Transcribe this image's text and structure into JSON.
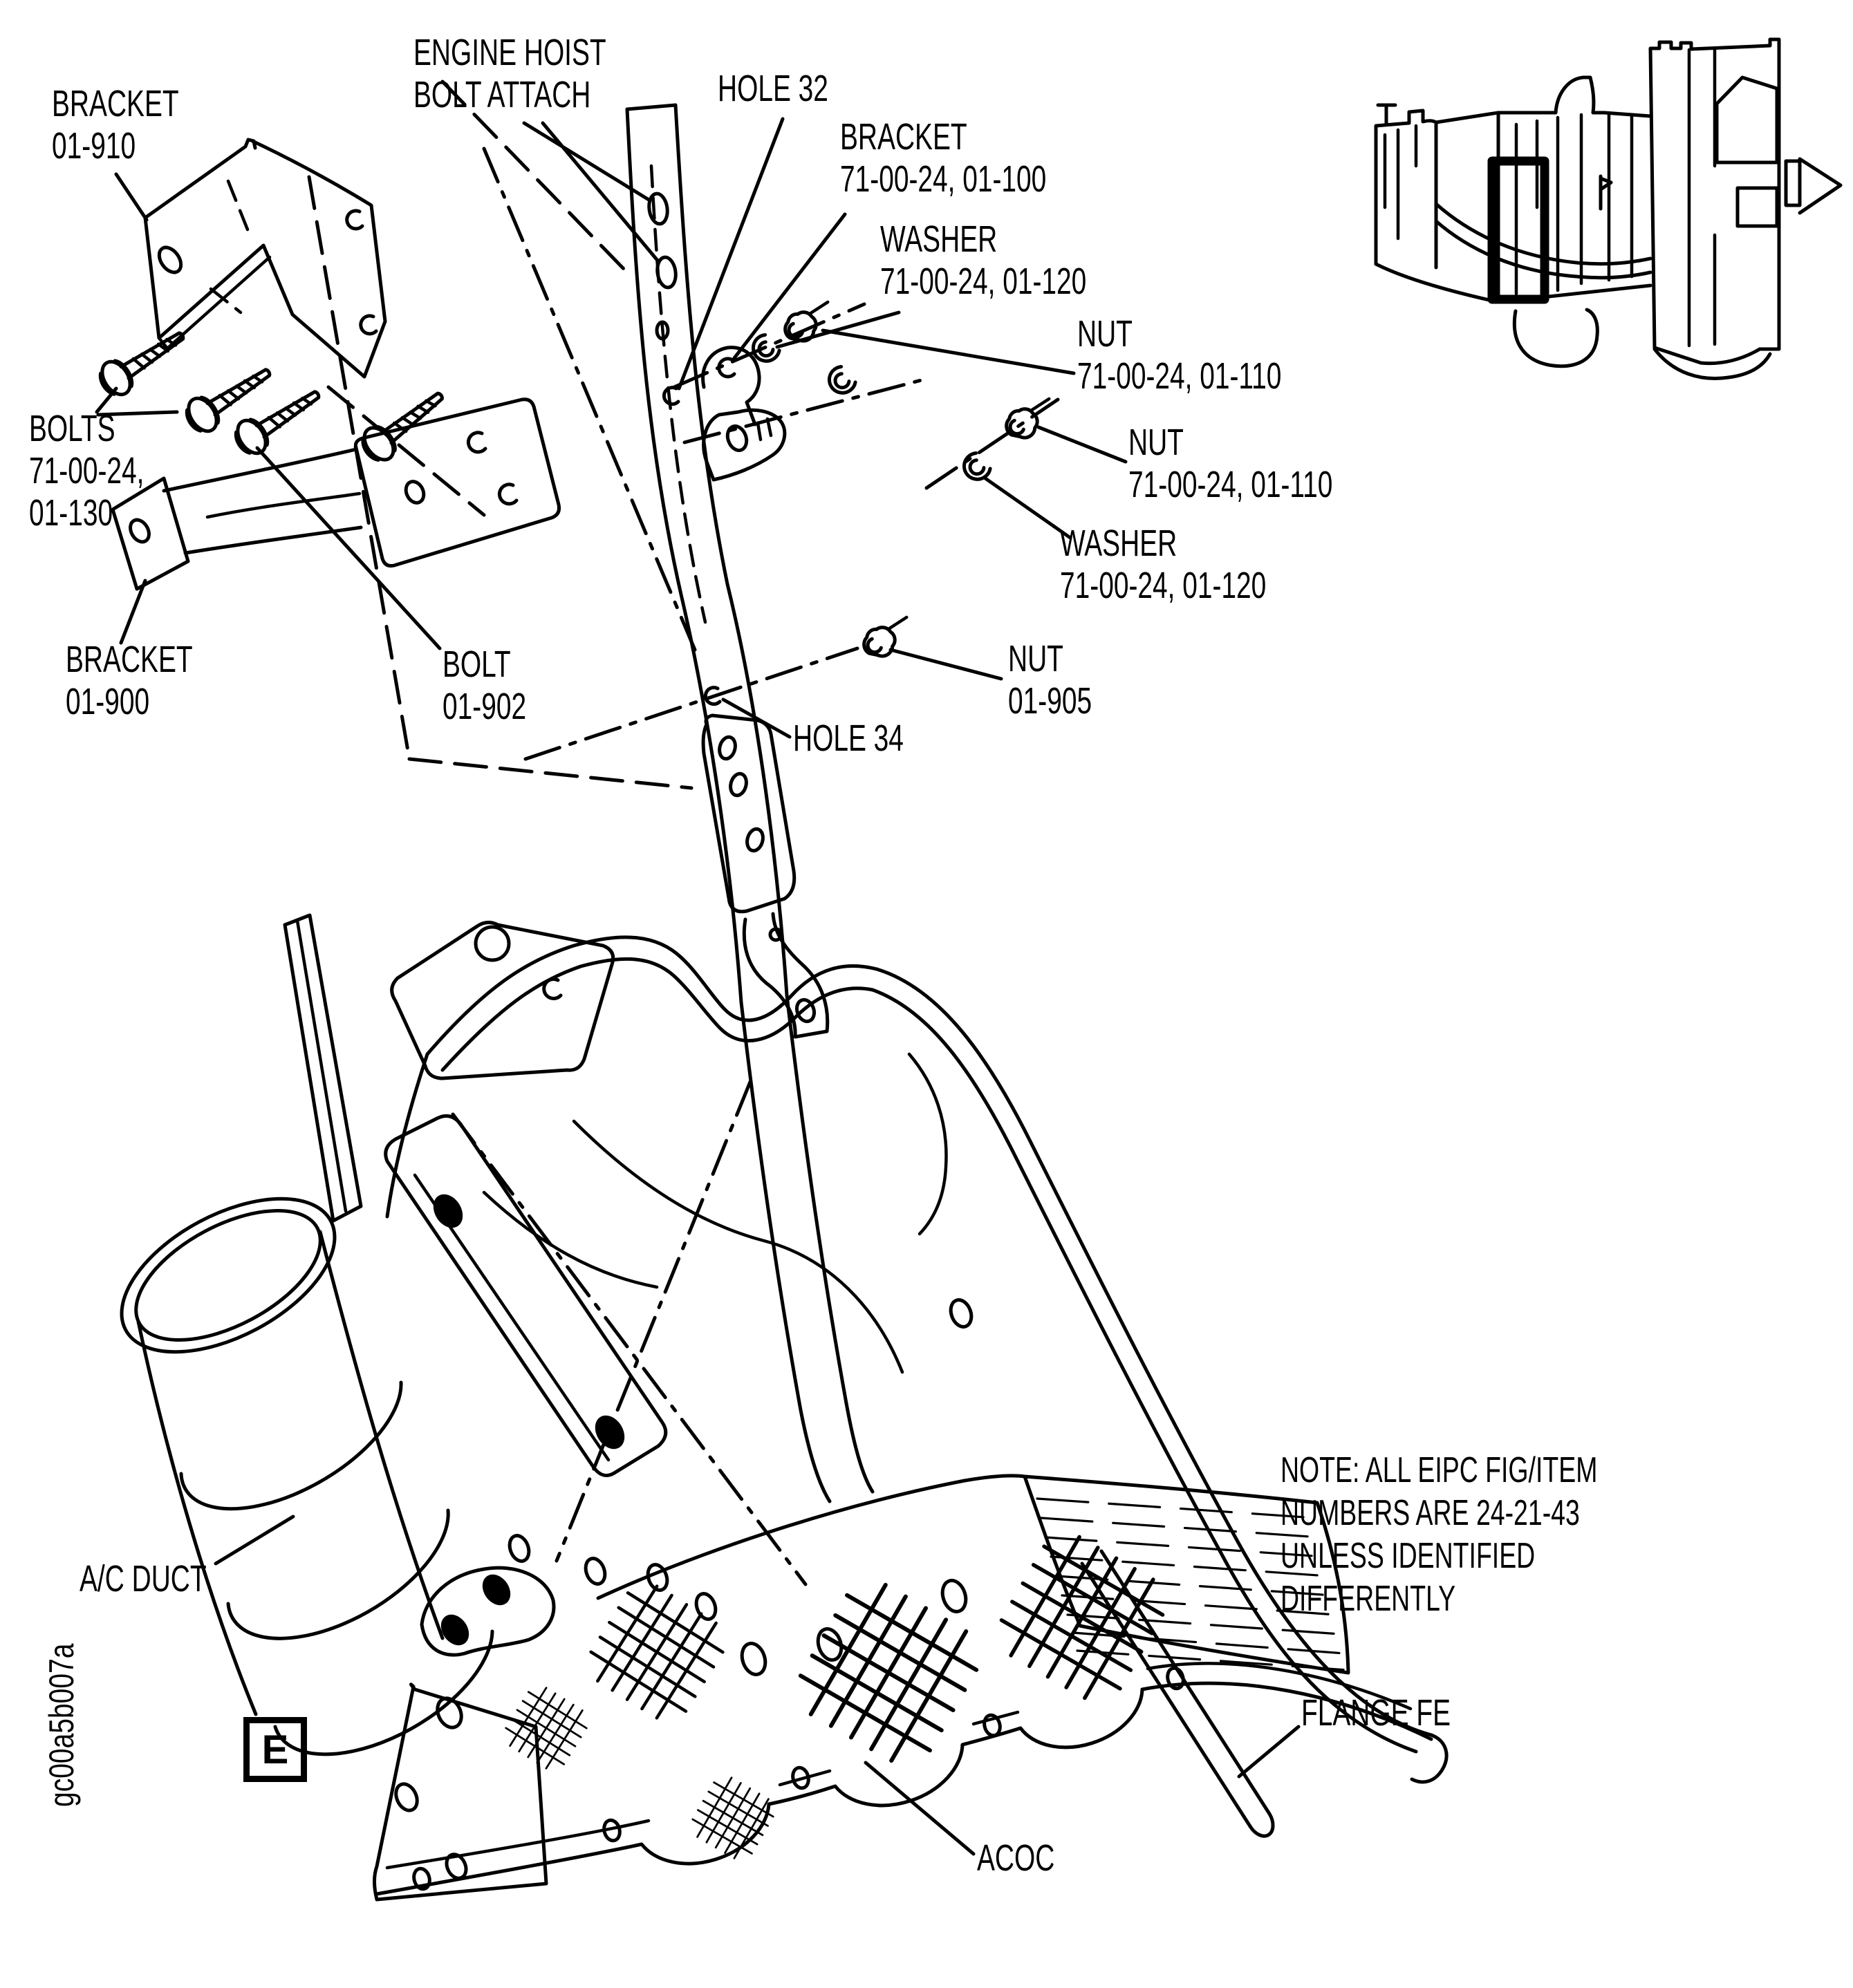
{
  "figure": {
    "code": "gc00a5b007a",
    "detail_marker": "E",
    "note": "NOTE: ALL EIPC FIG/ITEM\nNUMBERS ARE 24-21-43\nUNLESS IDENTIFIED\nDIFFERENTLY",
    "ink_color": "#000000",
    "background_color": "#ffffff"
  },
  "labels": {
    "bracket_01_910": "BRACKET\n01-910",
    "engine_hoist_bolt_attach": "ENGINE HOIST\nBOLT ATTACH",
    "hole_32": "HOLE 32",
    "bracket_01_100": "BRACKET\n71-00-24, 01-100",
    "washer_top": "WASHER\n71-00-24, 01-120",
    "nut_top": "NUT\n71-00-24, 01-110",
    "nut_mid": "NUT\n71-00-24, 01-110",
    "washer_mid": "WASHER\n71-00-24, 01-120",
    "bolts_01_130": "BOLTS\n71-00-24,\n01-130",
    "bolt_01_902": "BOLT\n01-902",
    "bracket_01_900": "BRACKET\n01-900",
    "nut_01_905": "NUT\n01-905",
    "hole_34": "HOLE 34",
    "ac_duct": "A/C DUCT",
    "flange_fe": "FLANGE FE",
    "acoc": "ACOC"
  }
}
